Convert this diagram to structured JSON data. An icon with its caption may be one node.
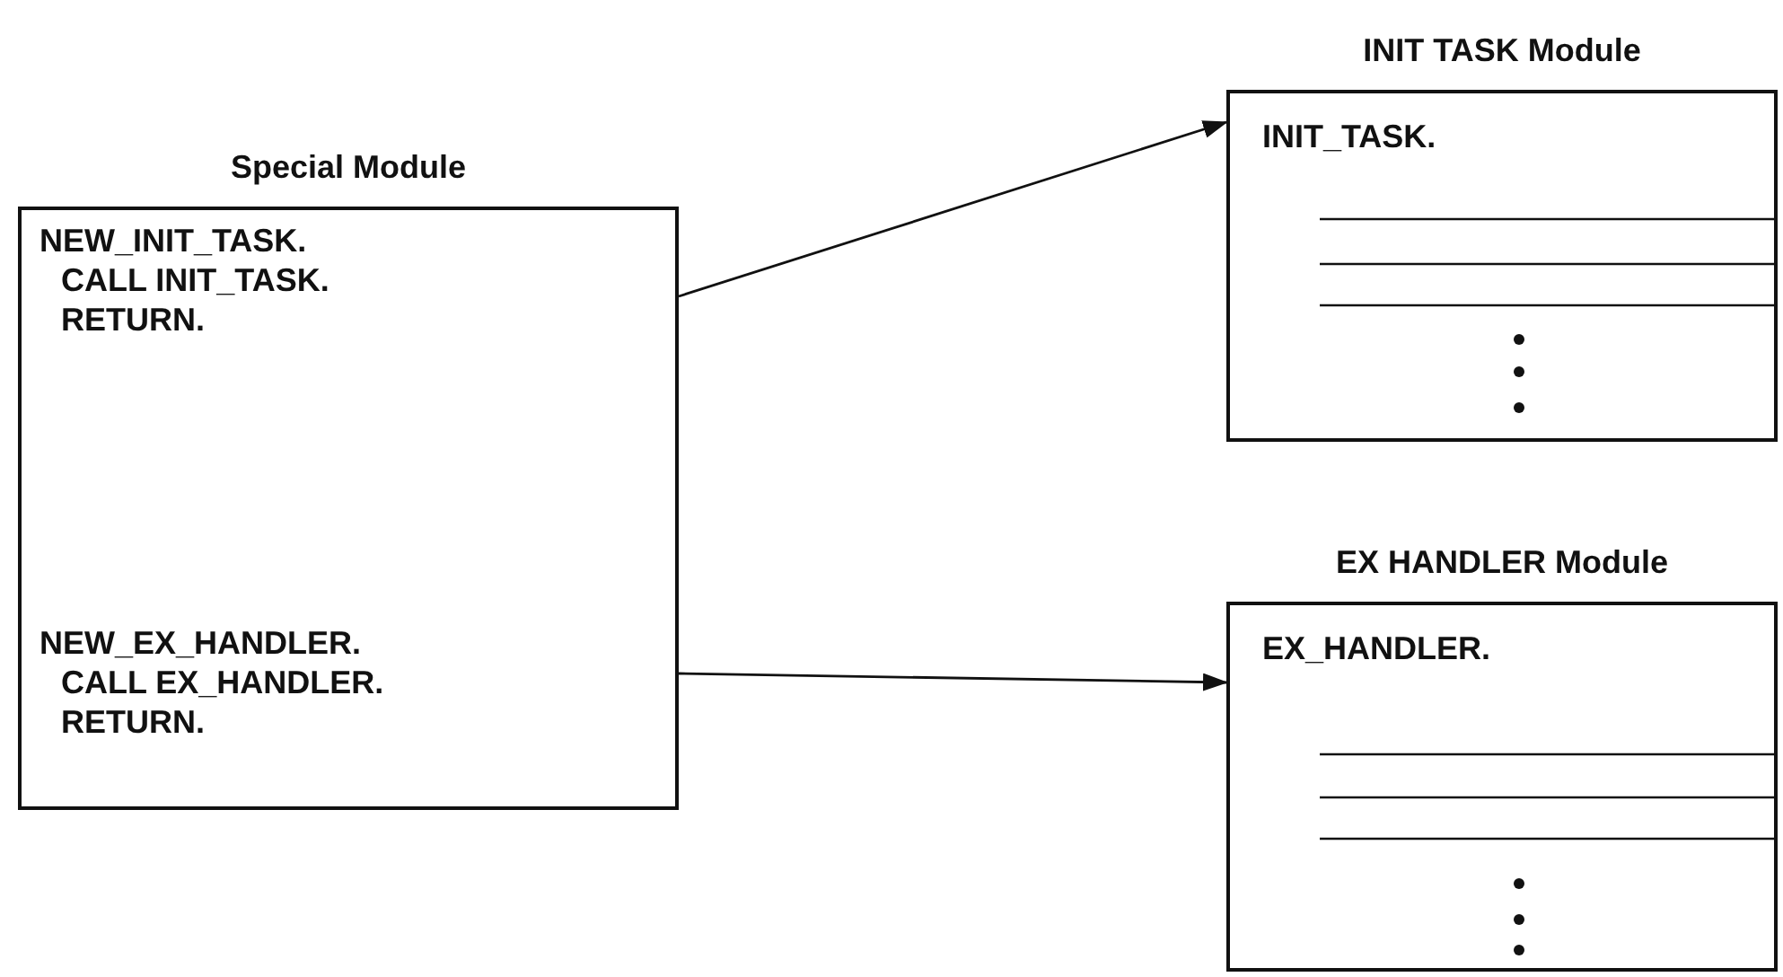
{
  "diagram": {
    "nodes": [
      {
        "text": [
          "Special Module"
        ]
      },
      {
        "text": [
          "NEW_INIT_TASK.",
          "CALL INIT_TASK. RETURN."
        ],
        "in": 0
      },
      {
        "text": [
          "NEW_EX_HANDLER.",
          "CALL EX_HANDLER. RETURN."
        ],
        "in": 0
      },
      {
        "text": [
          "INIT TASK Module",
          "INIT_TASK."
        ]
      },
      {
        "text": [
          "EX HANDLER Module",
          "EX_HANDLER."
        ]
      }
    ],
    "edges": [
      {
        "from": 0,
        "to": 3,
        "arrow": "to"
      },
      {
        "from": 0,
        "to": 4,
        "arrow": "to"
      }
    ]
  }
}
